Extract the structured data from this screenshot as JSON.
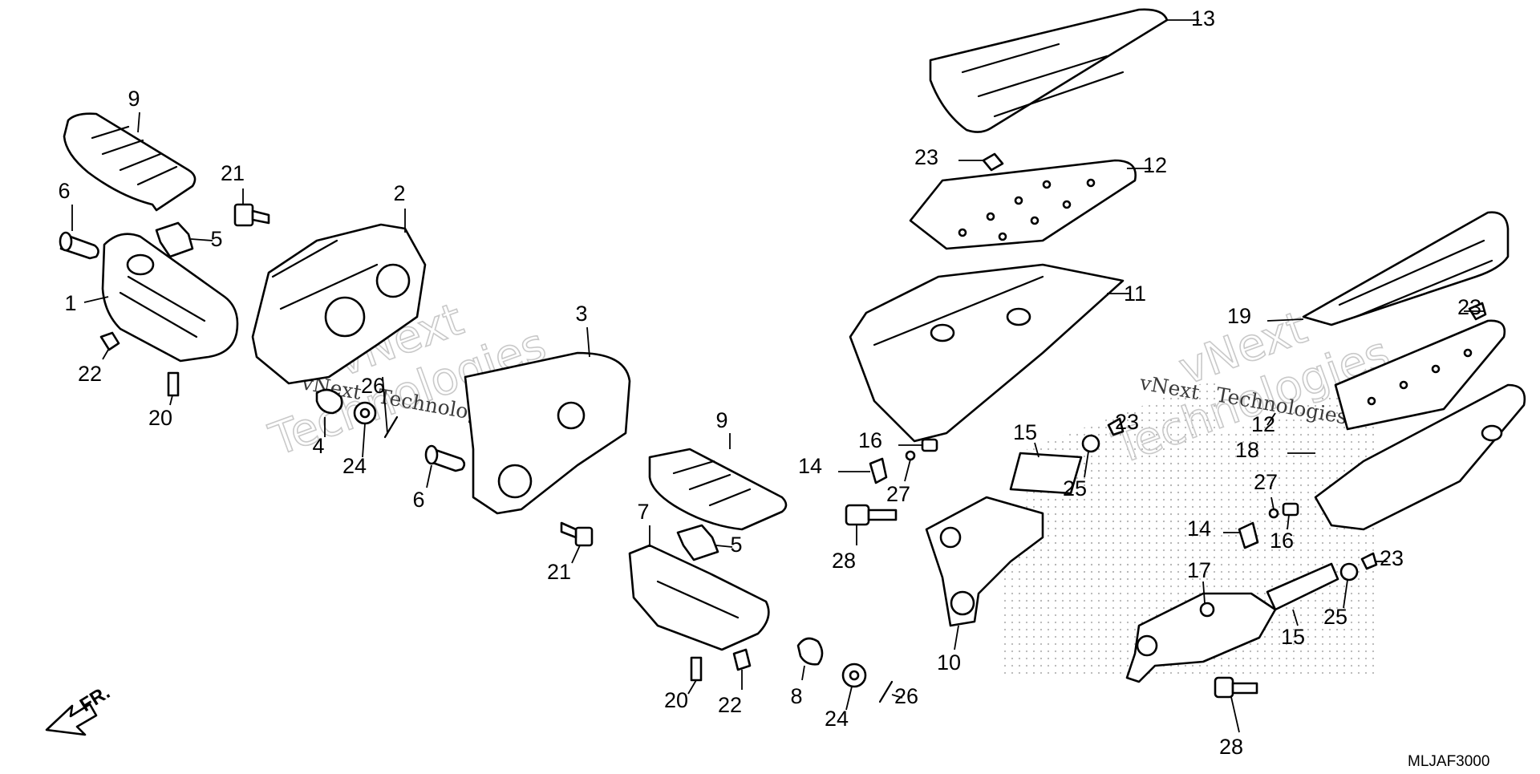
{
  "diagram": {
    "code": "MLJAF3000",
    "direction_label": "FR.",
    "watermark": {
      "line1": "vNext",
      "line2": "Technologies"
    },
    "callouts": [
      "1",
      "2",
      "3",
      "4",
      "5",
      "5",
      "6",
      "6",
      "7",
      "8",
      "9",
      "9",
      "10",
      "11",
      "12",
      "12",
      "13",
      "14",
      "14",
      "15",
      "15",
      "16",
      "16",
      "17",
      "18",
      "19",
      "20",
      "20",
      "21",
      "21",
      "22",
      "22",
      "23",
      "23",
      "23",
      "23",
      "24",
      "24",
      "25",
      "25",
      "26",
      "26",
      "27",
      "27",
      "28",
      "28"
    ]
  }
}
